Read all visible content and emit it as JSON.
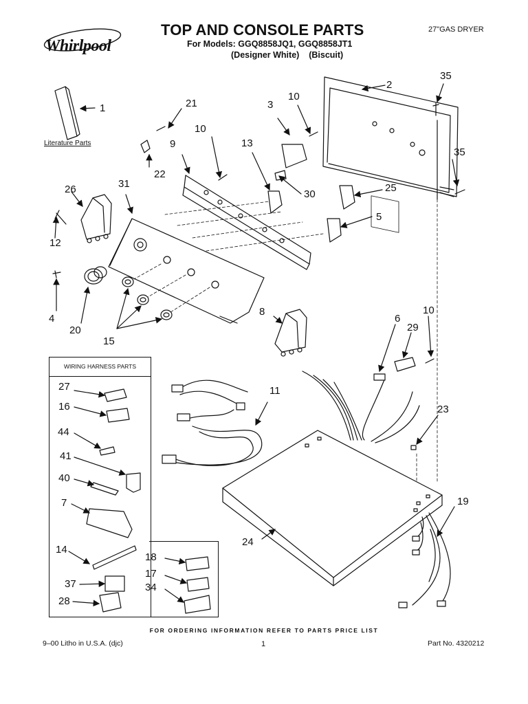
{
  "header": {
    "brand": "Whirlpool",
    "title": "TOP AND CONSOLE PARTS",
    "models_line": "For Models: GGQ8858JQ1, GGQ8858JT1",
    "finish_line": "(Designer White)    (Biscuit)",
    "product": "27\"GAS DRYER"
  },
  "literature_label": "Literature Parts",
  "harness": {
    "title": "WIRING HARNESS PARTS"
  },
  "callouts": {
    "c1": "1",
    "c2": "2",
    "c3": "3",
    "c4": "4",
    "c5": "5",
    "c6": "6",
    "c7": "7",
    "c8": "8",
    "c9": "9",
    "c10a": "10",
    "c10b": "10",
    "c10c": "10",
    "c11": "11",
    "c12": "12",
    "c13": "13",
    "c14": "14",
    "c15": "15",
    "c16": "16",
    "c17": "17",
    "c18": "18",
    "c19": "19",
    "c20": "20",
    "c21": "21",
    "c22": "22",
    "c23": "23",
    "c24": "24",
    "c25": "25",
    "c26": "26",
    "c27": "27",
    "c28": "28",
    "c29": "29",
    "c30": "30",
    "c31": "31",
    "c34": "34",
    "c35a": "35",
    "c35b": "35",
    "c37": "37",
    "c40": "40",
    "c41": "41",
    "c44": "44"
  },
  "footer": {
    "ordering_note": "FOR ORDERING INFORMATION REFER TO PARTS PRICE LIST",
    "litho": "9–00 Litho in U.S.A. (djc)",
    "page": "1",
    "part_no": "Part No. 4320212"
  }
}
